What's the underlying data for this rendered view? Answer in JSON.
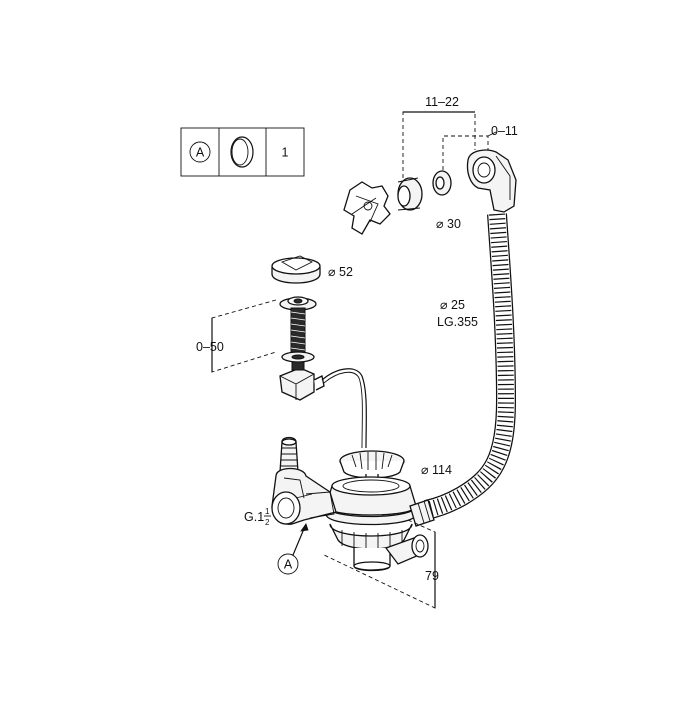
{
  "legend": {
    "marker": "A",
    "quantity": "1",
    "icon": "seal-ring-icon"
  },
  "labels": {
    "overflow_range": "11–22",
    "overflow_offset": "0–11",
    "overflow_diameter": "⌀ 30",
    "knob_diameter": "⌀ 52",
    "rod_range": "0–50",
    "hose_diameter": "⌀ 25",
    "hose_length": "LG.355",
    "strainer_diameter": "⌀ 114",
    "thread_prefix": "G.1",
    "thread_frac_num": "1",
    "thread_frac_den": "2",
    "callout_marker": "A",
    "height": "79"
  },
  "colors": {
    "line": "#111111",
    "fill": "#f4f4f4"
  }
}
